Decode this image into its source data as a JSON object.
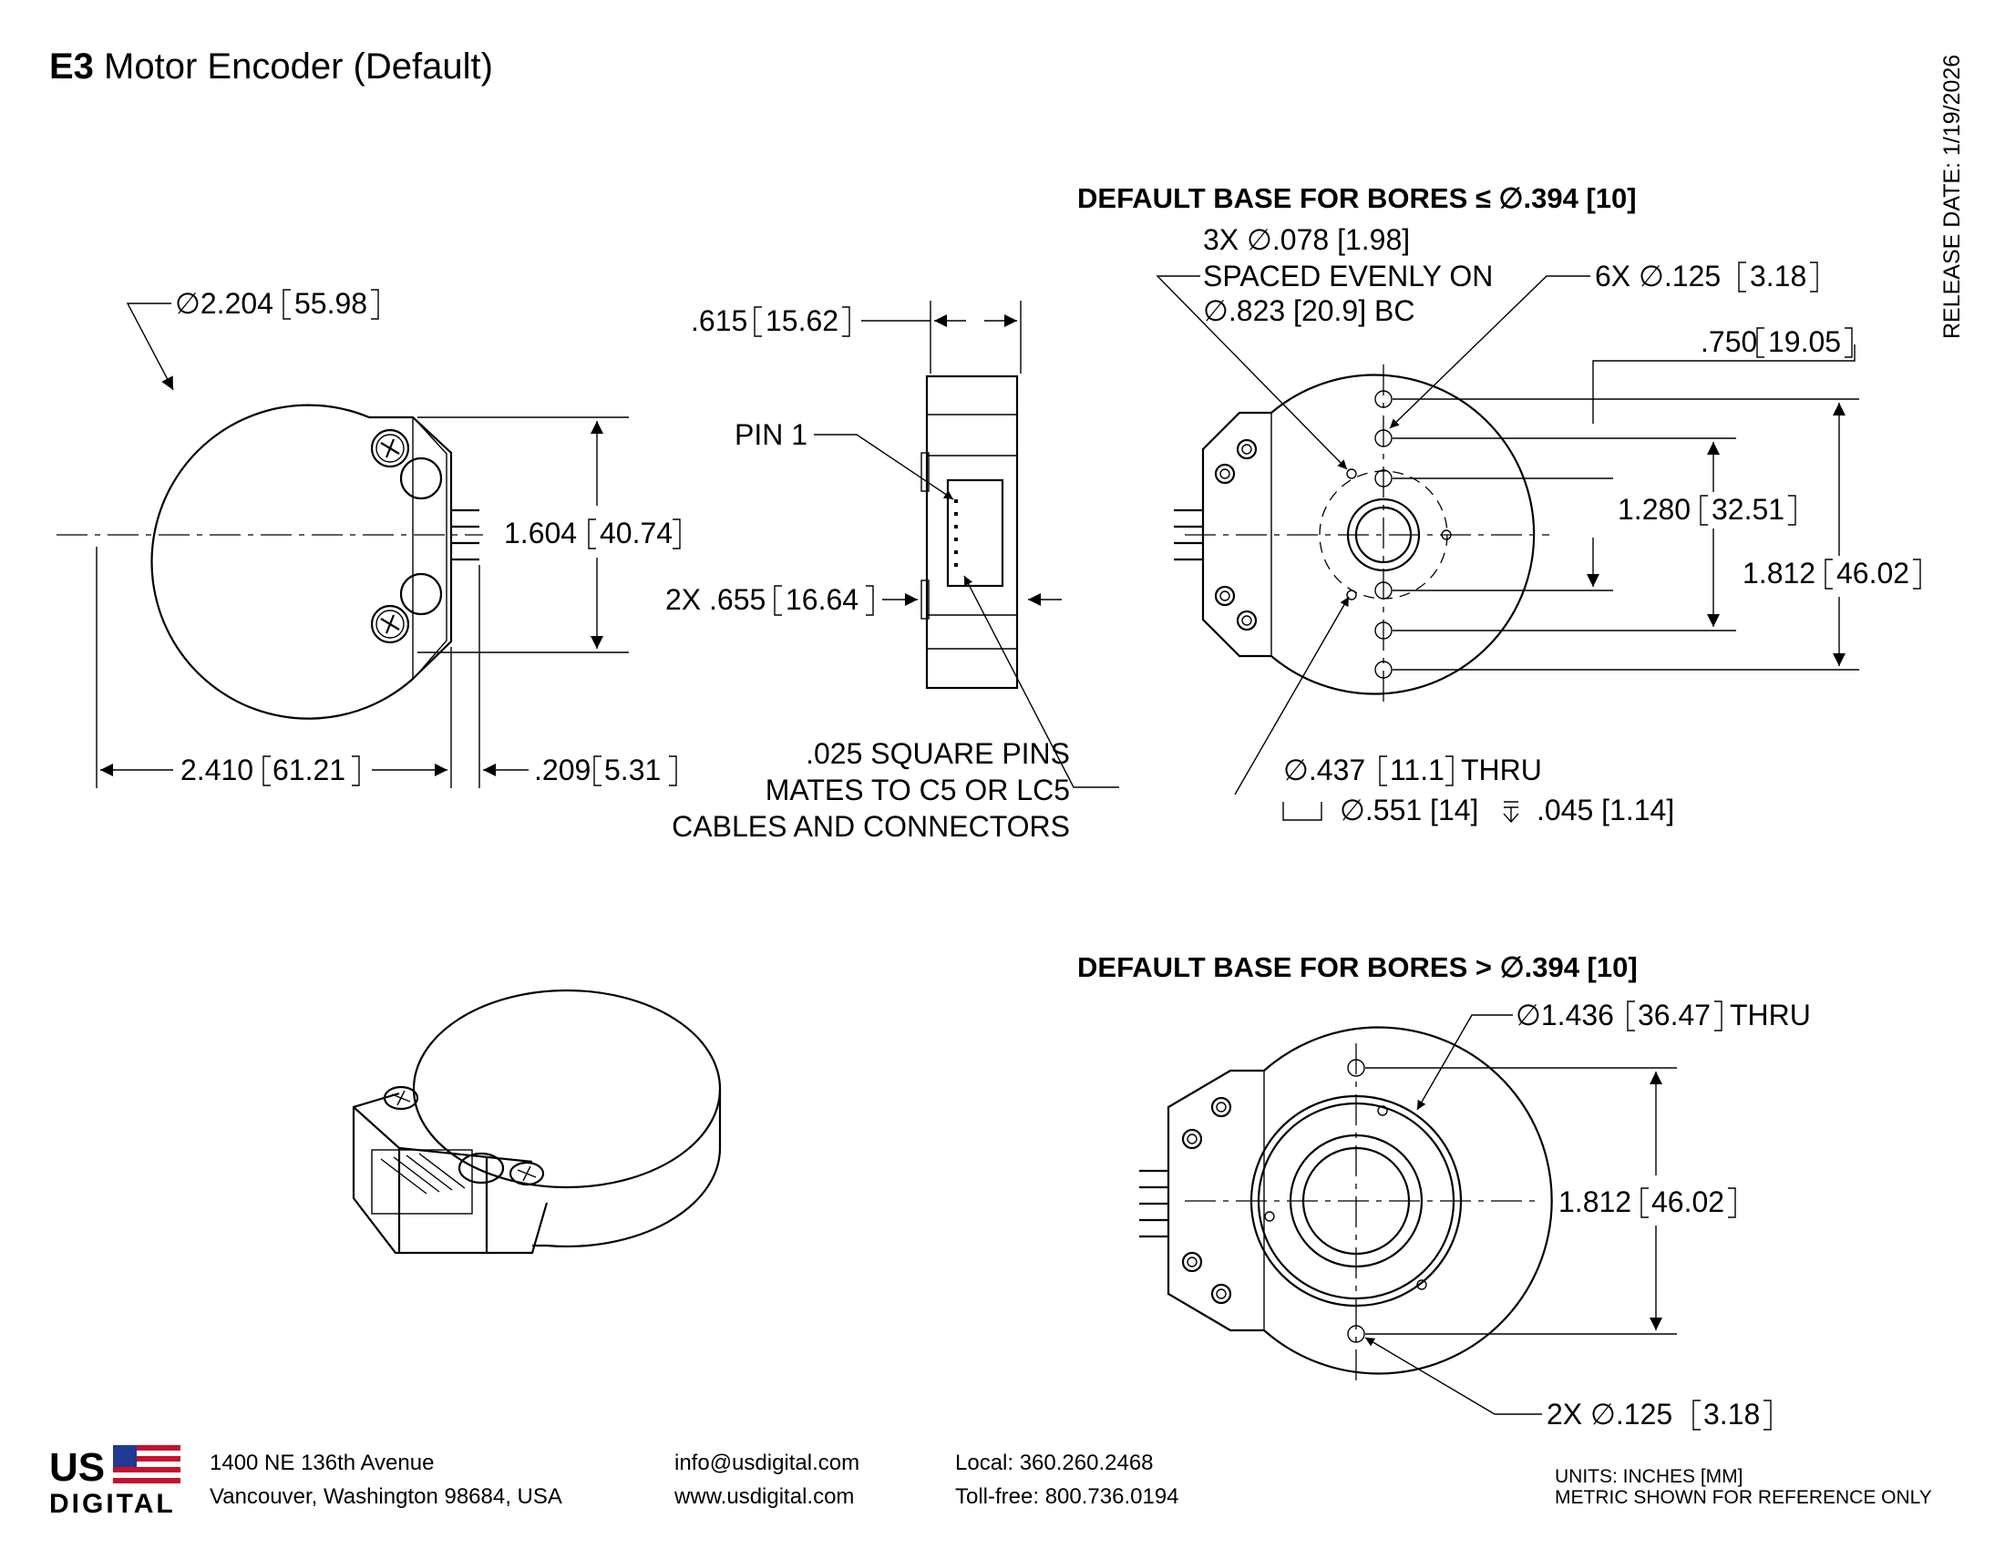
{
  "title": {
    "bold": "E3",
    "rest": " Motor Encoder (Default)"
  },
  "release_date": "RELEASE DATE: 1/19/2026",
  "front_view": {
    "dia_label": "∅2.204",
    "dia_metric": "55.98",
    "height_label": "1.604",
    "height_metric": "40.74",
    "width_label": "2.410",
    "width_metric": "61.21",
    "pin_len_label": ".209",
    "pin_len_metric": "5.31"
  },
  "side_view": {
    "thick_label": ".615",
    "thick_metric": "15.62",
    "pin1": "PIN 1",
    "conn_label": "2X .655",
    "conn_metric": "16.64",
    "note": [
      ".025 SQUARE PINS",
      "MATES TO C5 OR LC5",
      "CABLES AND CONNECTORS"
    ]
  },
  "base_small": {
    "heading": "DEFAULT BASE FOR BORES ≤ ∅.394 [10]",
    "note_3x": [
      "3X ∅.078 [1.98]",
      "SPACED EVENLY ON",
      "∅.823 [20.9] BC"
    ],
    "holes_6x_label": "6X ∅.125",
    "holes_6x_metric": "3.18",
    "d750_label": ".750",
    "d750_metric": "19.05",
    "d1280_label": "1.280",
    "d1280_metric": "32.51",
    "d1812_label": "1.812",
    "d1812_metric": "46.02",
    "thru_label": "∅.437",
    "thru_metric": "11.1",
    "thru_suffix": "THRU",
    "cbore_text": "∅.551 [14]",
    "cbore_depth": ".045 [1.14]"
  },
  "base_large": {
    "heading": "DEFAULT BASE FOR BORES > ∅.394 [10]",
    "thru_label": "∅1.436",
    "thru_metric": "36.47",
    "thru_suffix": "THRU",
    "d1812_label": "1.812",
    "d1812_metric": "46.02",
    "holes_2x_label": "2X ∅.125",
    "holes_2x_metric": "3.18"
  },
  "footer": {
    "logo_top": "US",
    "logo_bottom": "DIGITAL",
    "address1": "1400 NE 136th Avenue",
    "address2": "Vancouver, Washington 98684, USA",
    "email": "info@usdigital.com",
    "web": "www.usdigital.com",
    "local": "Local: 360.260.2468",
    "tollfree": "Toll-free: 800.736.0194",
    "units1": "UNITS: INCHES [MM]",
    "units2": "METRIC SHOWN FOR REFERENCE ONLY"
  },
  "colors": {
    "logo_blue": "#1f3a93",
    "logo_red": "#c8102e"
  }
}
